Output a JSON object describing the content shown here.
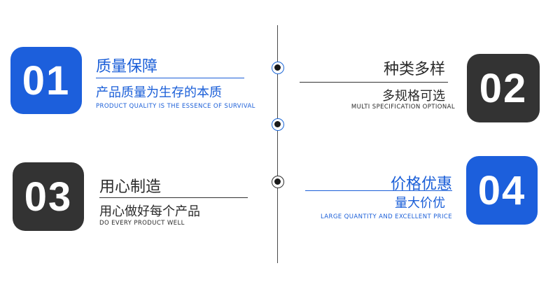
{
  "features": [
    {
      "number": "01",
      "title": "质量保障",
      "subtitle": "产品质量为生存的本质",
      "english": "PRODUCT QUALITY IS THE ESSENCE OF SURVIVAL",
      "badge_color": "#1c5fdc"
    },
    {
      "number": "02",
      "title": "种类多样",
      "subtitle": "多规格可选",
      "english": "MULTI SPECIFICATION OPTIONAL",
      "badge_color": "#333333"
    },
    {
      "number": "03",
      "title": "用心制造",
      "subtitle": "用心做好每个产品",
      "english": "DO EVERY PRODUCT WELL",
      "badge_color": "#333333"
    },
    {
      "number": "04",
      "title": "价格优惠",
      "subtitle": "量大价优",
      "english": "LARGE QUANTITY AND EXCELLENT PRICE",
      "badge_color": "#1c5fdc"
    }
  ],
  "colors": {
    "accent_blue": "#1c5fdc",
    "dark": "#333333",
    "line": "#4a4a4a"
  }
}
